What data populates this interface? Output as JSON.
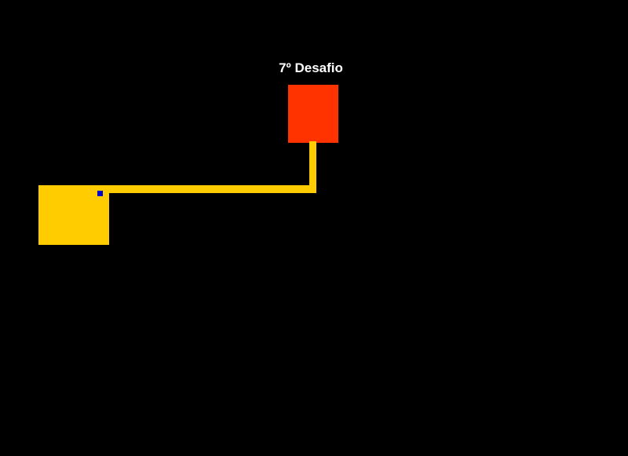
{
  "level": {
    "title": "7º Desafio"
  },
  "colors": {
    "background": "#000000",
    "path": "#FFCC00",
    "goal": "#FF3300",
    "player": "#0000CC",
    "title_text": "#FFFFFF"
  },
  "elements": {
    "start_zone": "start-zone",
    "path": "path",
    "goal_zone": "goal-zone",
    "player": "player-cursor"
  }
}
